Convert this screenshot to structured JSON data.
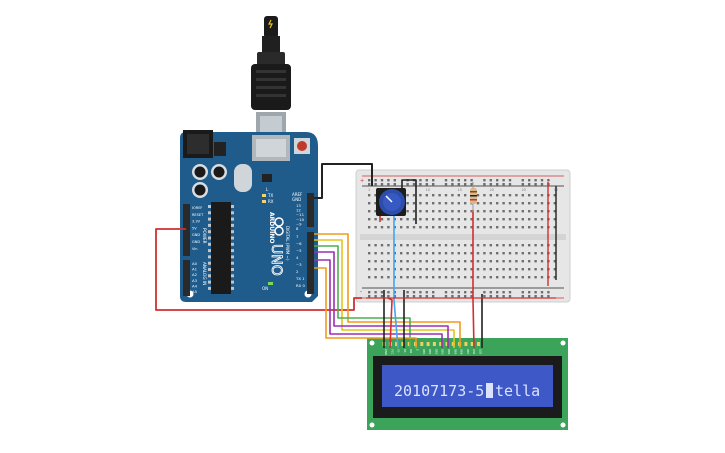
{
  "arduino": {
    "model_logo": "UNO",
    "brand_vertical": "ARDUINO",
    "header_aref": "AREF",
    "header_gnd": "GND",
    "digital_pin_labels": [
      "13",
      "12",
      "~11",
      "~10",
      "~9",
      "8",
      "7",
      "~6",
      "~5",
      "4",
      "~3",
      "2",
      "TX 1",
      "RX 0"
    ],
    "digital_group_label": "DIGITAL (PWM ~)",
    "power_pin_labels": [
      "IOREF",
      "RESET",
      "3.3V",
      "5V",
      "GND",
      "GND",
      "Vin"
    ],
    "power_group_label": "POWER",
    "analog_pin_labels": [
      "A0",
      "A1",
      "A2",
      "A3",
      "A4",
      "A5"
    ],
    "analog_group_label": "ANALOG IN",
    "led_l": "L",
    "led_tx": "TX",
    "led_rx": "RX",
    "on_label": "ON",
    "board_color": "#1f5c8c"
  },
  "breadboard": {
    "row_numbers_top": [
      "1",
      "5",
      "10",
      "15",
      "20",
      "25",
      "30"
    ],
    "rail_plus": "+",
    "rail_minus": "-"
  },
  "lcd": {
    "display_text": "20107173-5",
    "display_text_after_cursor": "tella",
    "pin_labels": [
      "GND",
      "VCC",
      "V0",
      "RS",
      "RW",
      "E",
      "DB0",
      "DB1",
      "DB2",
      "DB3",
      "DB4",
      "DB5",
      "DB6",
      "DB7",
      "LED",
      "LED"
    ],
    "screen_color": "#3e58c8",
    "pcb_color": "#3ba35a"
  },
  "wire_colors": {
    "power": "#d32f2f",
    "ground": "#222222",
    "orange": "#f29a1f",
    "yellow": "#e3c51e",
    "green": "#4caf50",
    "purple": "#9b2fb3",
    "blue": "#42a5f5"
  }
}
